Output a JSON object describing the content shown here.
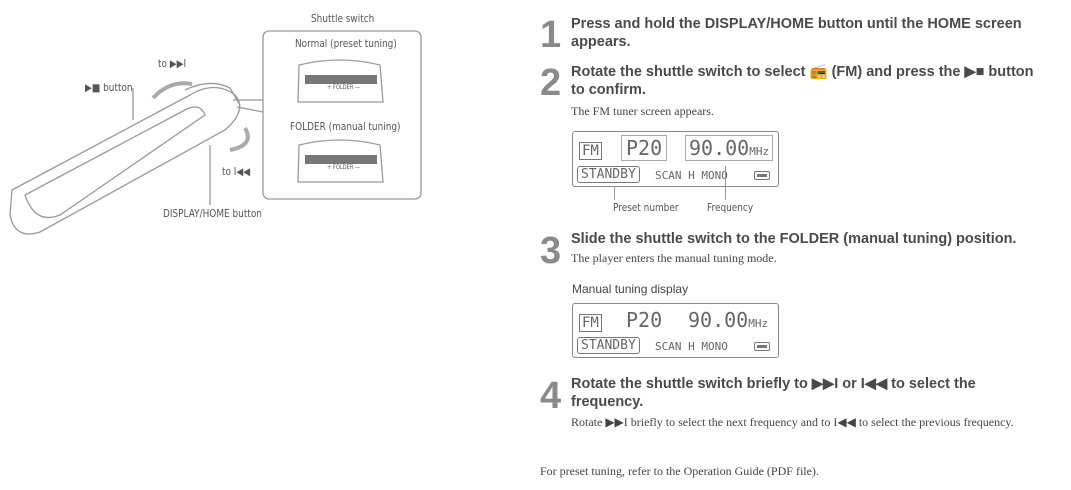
{
  "figure": {
    "shuttle_switch": "Shuttle switch",
    "normal": "Normal (preset tuning)",
    "folder": "FOLDER (manual tuning)",
    "to_next": "to ▶▶I",
    "play_stop": "▶■ button",
    "to_prev": "to I◀◀",
    "display_home": "DISPLAY/HOME button",
    "folder_mark": "+ FOLDER —"
  },
  "steps": [
    {
      "num": "1",
      "heading": "Press and hold the DISPLAY/HOME button until the HOME screen appears."
    },
    {
      "num": "2",
      "heading": "Rotate the shuttle switch to select 📻 (FM) and press the ▶■ button to confirm.",
      "body": "The FM tuner screen appears."
    },
    {
      "num": "3",
      "heading": "Slide the shuttle switch to the FOLDER (manual tuning) position.",
      "body": "The player enters the manual tuning mode."
    },
    {
      "num": "4",
      "heading": "Rotate the shuttle switch briefly to ▶▶I or I◀◀ to select the frequency.",
      "body": "Rotate ▶▶I briefly to select the next frequency and to I◀◀ to select the previous frequency."
    }
  ],
  "lcd": {
    "band": "FM",
    "preset": "P20",
    "freq": "90.00",
    "unit": "MHz",
    "standby": "STANDBY",
    "status": "SCAN H MONO",
    "preset_label": "Preset number",
    "freq_label": "Frequency"
  },
  "manual_title": "Manual tuning display",
  "footer": "For preset tuning, refer to the Operation Guide (PDF file)."
}
